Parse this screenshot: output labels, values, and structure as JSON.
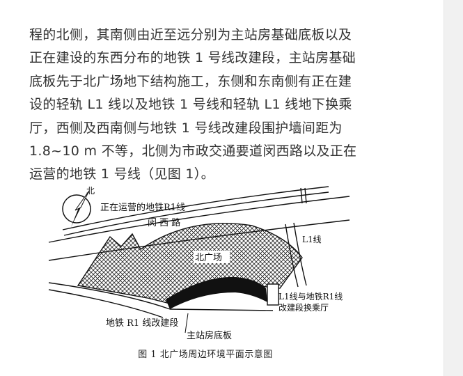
{
  "paragraph": {
    "lines": [
      "程的北侧，其南侧由近至远分别为主站房基础底板以及",
      "正在建设的东西分布的地铁 1 号线改建段，主站房基础",
      "底板先于北广场地下结构施工，东侧和东南侧有正在建",
      "设的轻轨 L1 线以及地铁 1 号线和轻轨 L1 线地下换乘",
      "厅，西侧及西南侧与地铁 1 号线改建段围护墙间距为",
      "1.8~10 m 不等，北侧为市政交通要道闵西路以及正在",
      "运营的地铁 1 号线（见图 1）。"
    ]
  },
  "figure": {
    "north_label": "北",
    "labels": {
      "metro_r1_operating": "正在运营的地铁R1线",
      "road": "闵   西   路",
      "l1_line": "L1线",
      "north_square": "北广场",
      "transfer_1": "L1线与地铁R1线",
      "transfer_2": "改建段换乘厅",
      "metro_r1_rebuild": "地铁 R1 线改建段",
      "station_slab": "主站房底板"
    },
    "caption": "图 1  北广场周边环境平面示意图"
  }
}
